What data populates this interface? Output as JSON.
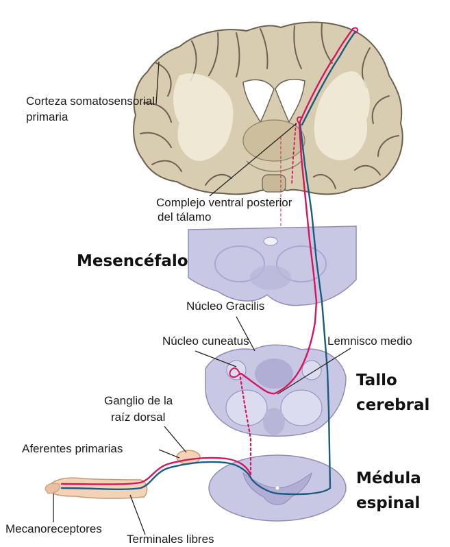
{
  "labels": {
    "cortex_line1": "Corteza somatosensorial",
    "cortex_line2": "primaria",
    "thalamus_line1": "Complejo ventral posterior",
    "thalamus_line2": "del tálamo",
    "gracilis": "Núcleo Gracilis",
    "cuneatus": "Núcleo cuneatus",
    "lemniscus": "Lemnisco medio",
    "ganglion_line1": "Ganglio de la",
    "ganglion_line2": "raíz dorsal",
    "afferents": "Aferentes primarias",
    "mechanoreceptors": "Mecanoreceptores",
    "free_endings": "Terminales libres"
  },
  "regions": {
    "midbrain": "Mesencéfalo",
    "brainstem_line1": "Tallo",
    "brainstem_line2": "cerebral",
    "spinal_line1": "Médula",
    "spinal_line2": "espinal"
  },
  "colors": {
    "pathway_pink": "#d6145f",
    "pathway_blue": "#1c5a80",
    "brain_tissue": "#d8cdb0",
    "brain_outline": "#6b6152",
    "section_fill": "#c9c8e4",
    "section_outline": "#8e8cb6",
    "skin": "#f2d3b6"
  }
}
